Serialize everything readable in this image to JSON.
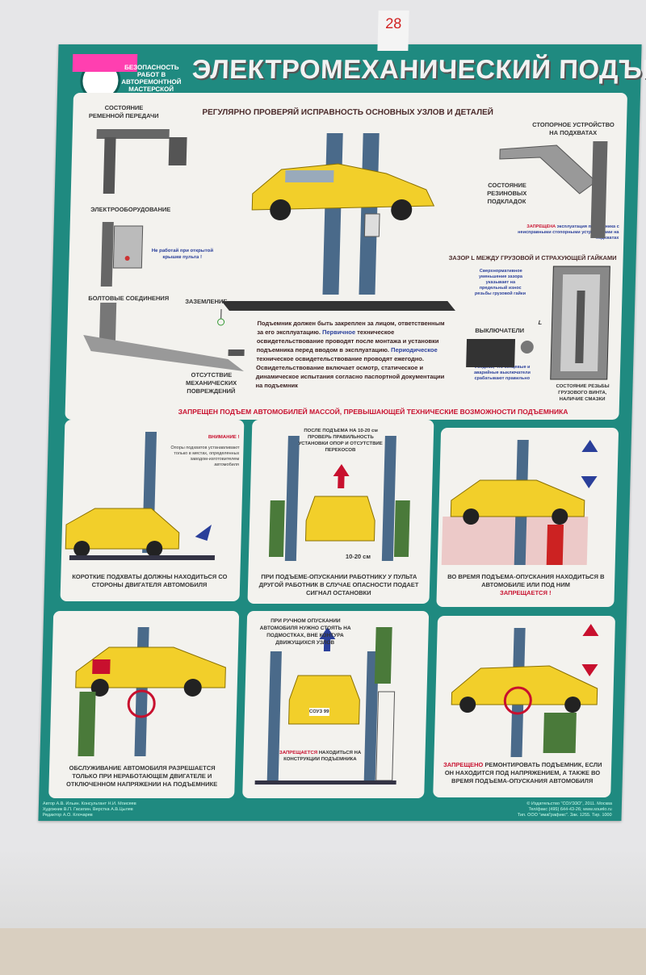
{
  "header": {
    "subtitle": "БЕЗОПАСНОСТЬ РАБОТ В АВТОРЕМОНТНОЙ МАСТЕРСКОЙ",
    "title": "ЭЛЕКТРОМЕХАНИЧЕСКИЙ ПОДЪЕМНИК",
    "note": "28"
  },
  "main": {
    "heading": "РЕГУЛЯРНО ПРОВЕРЯЙ ИСПРАВНОСТЬ ОСНОВНЫХ УЗЛОВ И ДЕТАЛЕЙ",
    "belt": "СОСТОЯНИЕ РЕМЕННОЙ ПЕРЕДАЧИ",
    "electro": "ЭЛЕКТРООБОРУДОВАНИЕ",
    "electro_note": "Не работай при открытой крышке пульта !",
    "bolts": "БОЛТОВЫЕ СОЕДИНЕНИЯ",
    "ground": "ЗАЗЕМЛЕНИЕ",
    "damage": "ОТСУТСТВИЕ МЕХАНИЧЕСКИХ ПОВРЕЖДЕНИЙ",
    "stopper": "СТОПОРНОЕ УСТРОЙСТВО НА ПОДХВАТАХ",
    "rubber": "СОСТОЯНИЕ РЕЗИНОВЫХ ПОДКЛАДОК",
    "forbidden_red": "ЗАПРЕЩЕНА",
    "forbidden_text": "эксплуатация подъемника с неисправными стопорными устройствами на подхватах",
    "gap": "ЗАЗОР L МЕЖДУ ГРУЗОВОЙ И СТРАХУЮЩЕЙ ГАЙКАМИ",
    "gap_note": "Сверхнормативное уменьшение зазора указывает на предельный износ резьбы грузовой гайки",
    "switches": "ВЫКЛЮЧАТЕЛИ",
    "switches_note": "Убедись, что концевые и аварийные выключатели срабатывают правильно",
    "screw": "СОСТОЯНИЕ РЕЗЬБЫ ГРУЗОВОГО ВИНТА, НАЛИЧИЕ СМАЗКИ",
    "L": "L",
    "p1a": "Подъемник должен быть закреплен за лицом, ответственным за его эксплуатацию. ",
    "p1b": "Первичное",
    "p1c": " техническое освидетельствование проводят после монтажа и установки подъемника перед вводом в эксплуатацию. ",
    "p1d": "Периодическое",
    "p1e": " техническое освидетельствование проводят ежегодно.",
    "p2": "Освидетельствование включает осмотр, статическое и динамическое испытания согласно паспортной документации на подъемник",
    "warning": "ЗАПРЕЩЕН ПОДЪЕМ АВТОМОБИЛЕЙ МАССОЙ, ПРЕВЫШАЮЩЕЙ ТЕХНИЧЕСКИЕ ВОЗМОЖНОСТИ ПОДЪЕМНИКА"
  },
  "panels": [
    {
      "attention": "ВНИМАНИЕ !",
      "note": "Опоры подхватов устанавливают только в местах, определенных заводом-изготовителем автомобиля",
      "caption": "КОРОТКИЕ ПОДХВАТЫ ДОЛЖНЫ НАХОДИТЬСЯ СО СТОРОНЫ ДВИГАТЕЛЯ АВТОМОБИЛЯ"
    },
    {
      "note": "ПОСЛЕ ПОДЪЕМА НА 10-20 см ПРОВЕРЬ ПРАВИЛЬНОСТЬ УСТАНОВКИ ОПОР И ОТСУТСТВИЕ ПЕРЕКОСОВ",
      "height": "10-20 см",
      "caption": "ПРИ ПОДЪЕМЕ-ОПУСКАНИИ РАБОТНИКУ У ПУЛЬТА ДРУГОЙ РАБОТНИК В СЛУЧАЕ ОПАСНОСТИ ПОДАЕТ СИГНАЛ ОСТАНОВКИ"
    },
    {
      "caption": "ВО ВРЕМЯ ПОДЪЕМА-ОПУСКАНИЯ НАХОДИТЬСЯ В АВТОМОБИЛЕ ИЛИ ПОД НИМ",
      "caption_red": "ЗАПРЕЩАЕТСЯ !"
    },
    {
      "caption": "ОБСЛУЖИВАНИЕ АВТОМОБИЛЯ РАЗРЕШАЕТСЯ ТОЛЬКО ПРИ НЕРАБОТАЮЩЕМ ДВИГАТЕЛЕ И ОТКЛЮЧЕННОМ НАПРЯЖЕНИИ НА ПОДЪЕМНИКЕ"
    },
    {
      "note": "ПРИ РУЧНОМ ОПУСКАНИИ АВТОМОБИЛЯ НУЖНО СТОЯТЬ НА ПОДМОСТКАХ, ВНЕ КОНТУРА ДВИЖУЩИХСЯ УЗЛОВ",
      "plate": "СОУЗ 99",
      "caption_red": "ЗАПРЕЩАЕТСЯ",
      "caption": "НАХОДИТЬСЯ НА КОНСТРУКЦИИ ПОДЪЕМНИКА"
    },
    {
      "caption_red": "ЗАПРЕЩЕНО",
      "caption": "РЕМОНТИРОВАТЬ ПОДЪЕМНИК, ЕСЛИ ОН НАХОДИТСЯ ПОД НАПРЯЖЕНИЕМ, А ТАКЖЕ ВО ВРЕМЯ ПОДЪЕМА-ОПУСКАНИЯ АВТОМОБИЛЯ"
    }
  ],
  "credits": {
    "left": [
      "Автор А.В. Ильин. Консультант Н.И. Моисеев",
      "Художник В.П. Гасилин. Верстка А.В.Цылев",
      "Редактор А.О. Клочарев"
    ],
    "right": [
      "© Издательство \"СОУЭЗО\", 2011. Москва",
      "Тел/факс (495) 644-43-26; www.souelo.ru",
      "Тип. ООО \"имаГрафикс\". Зак. 1255. Тир. 1000"
    ]
  },
  "colors": {
    "teal": "#1f8a80",
    "car": "#f2cf2a",
    "red": "#c8102e",
    "lift": "#4a6a8a"
  }
}
